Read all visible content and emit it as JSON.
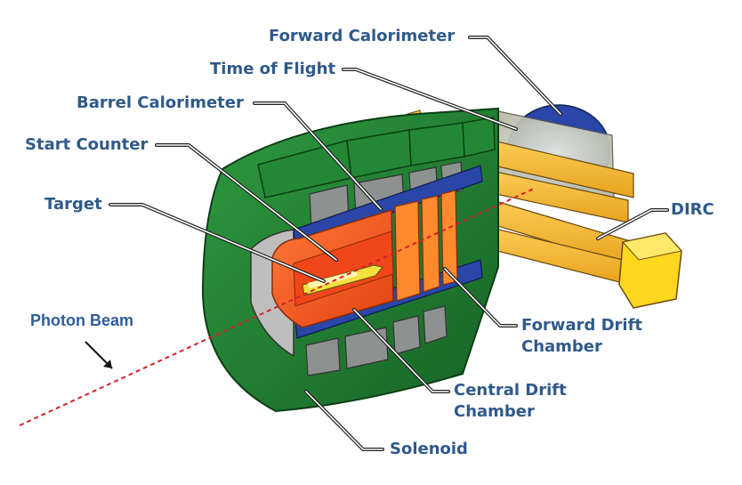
{
  "labels": {
    "forward_calorimeter": "Forward Calorimeter",
    "time_of_flight": "Time of Flight",
    "barrel_calorimeter": "Barrel Calorimeter",
    "start_counter": "Start Counter",
    "target": "Target",
    "dirc": "DIRC",
    "forward_drift_chamber_line1": "Forward Drift",
    "forward_drift_chamber_line2": "Chamber",
    "central_drift_chamber_line1": "Central Drift",
    "central_drift_chamber_line2": "Chamber",
    "solenoid": "Solenoid",
    "photon_beam": "Photon Beam"
  },
  "colors": {
    "label_text": "#2f5a8a",
    "solenoid_green": "#1f7a30",
    "calorimeter_blue": "#2946a8",
    "drift_orange": "#f05a1e",
    "dirc_yellow": "#f5b731",
    "target_yellow": "#f5e040",
    "beam_red": "#d6202a"
  }
}
